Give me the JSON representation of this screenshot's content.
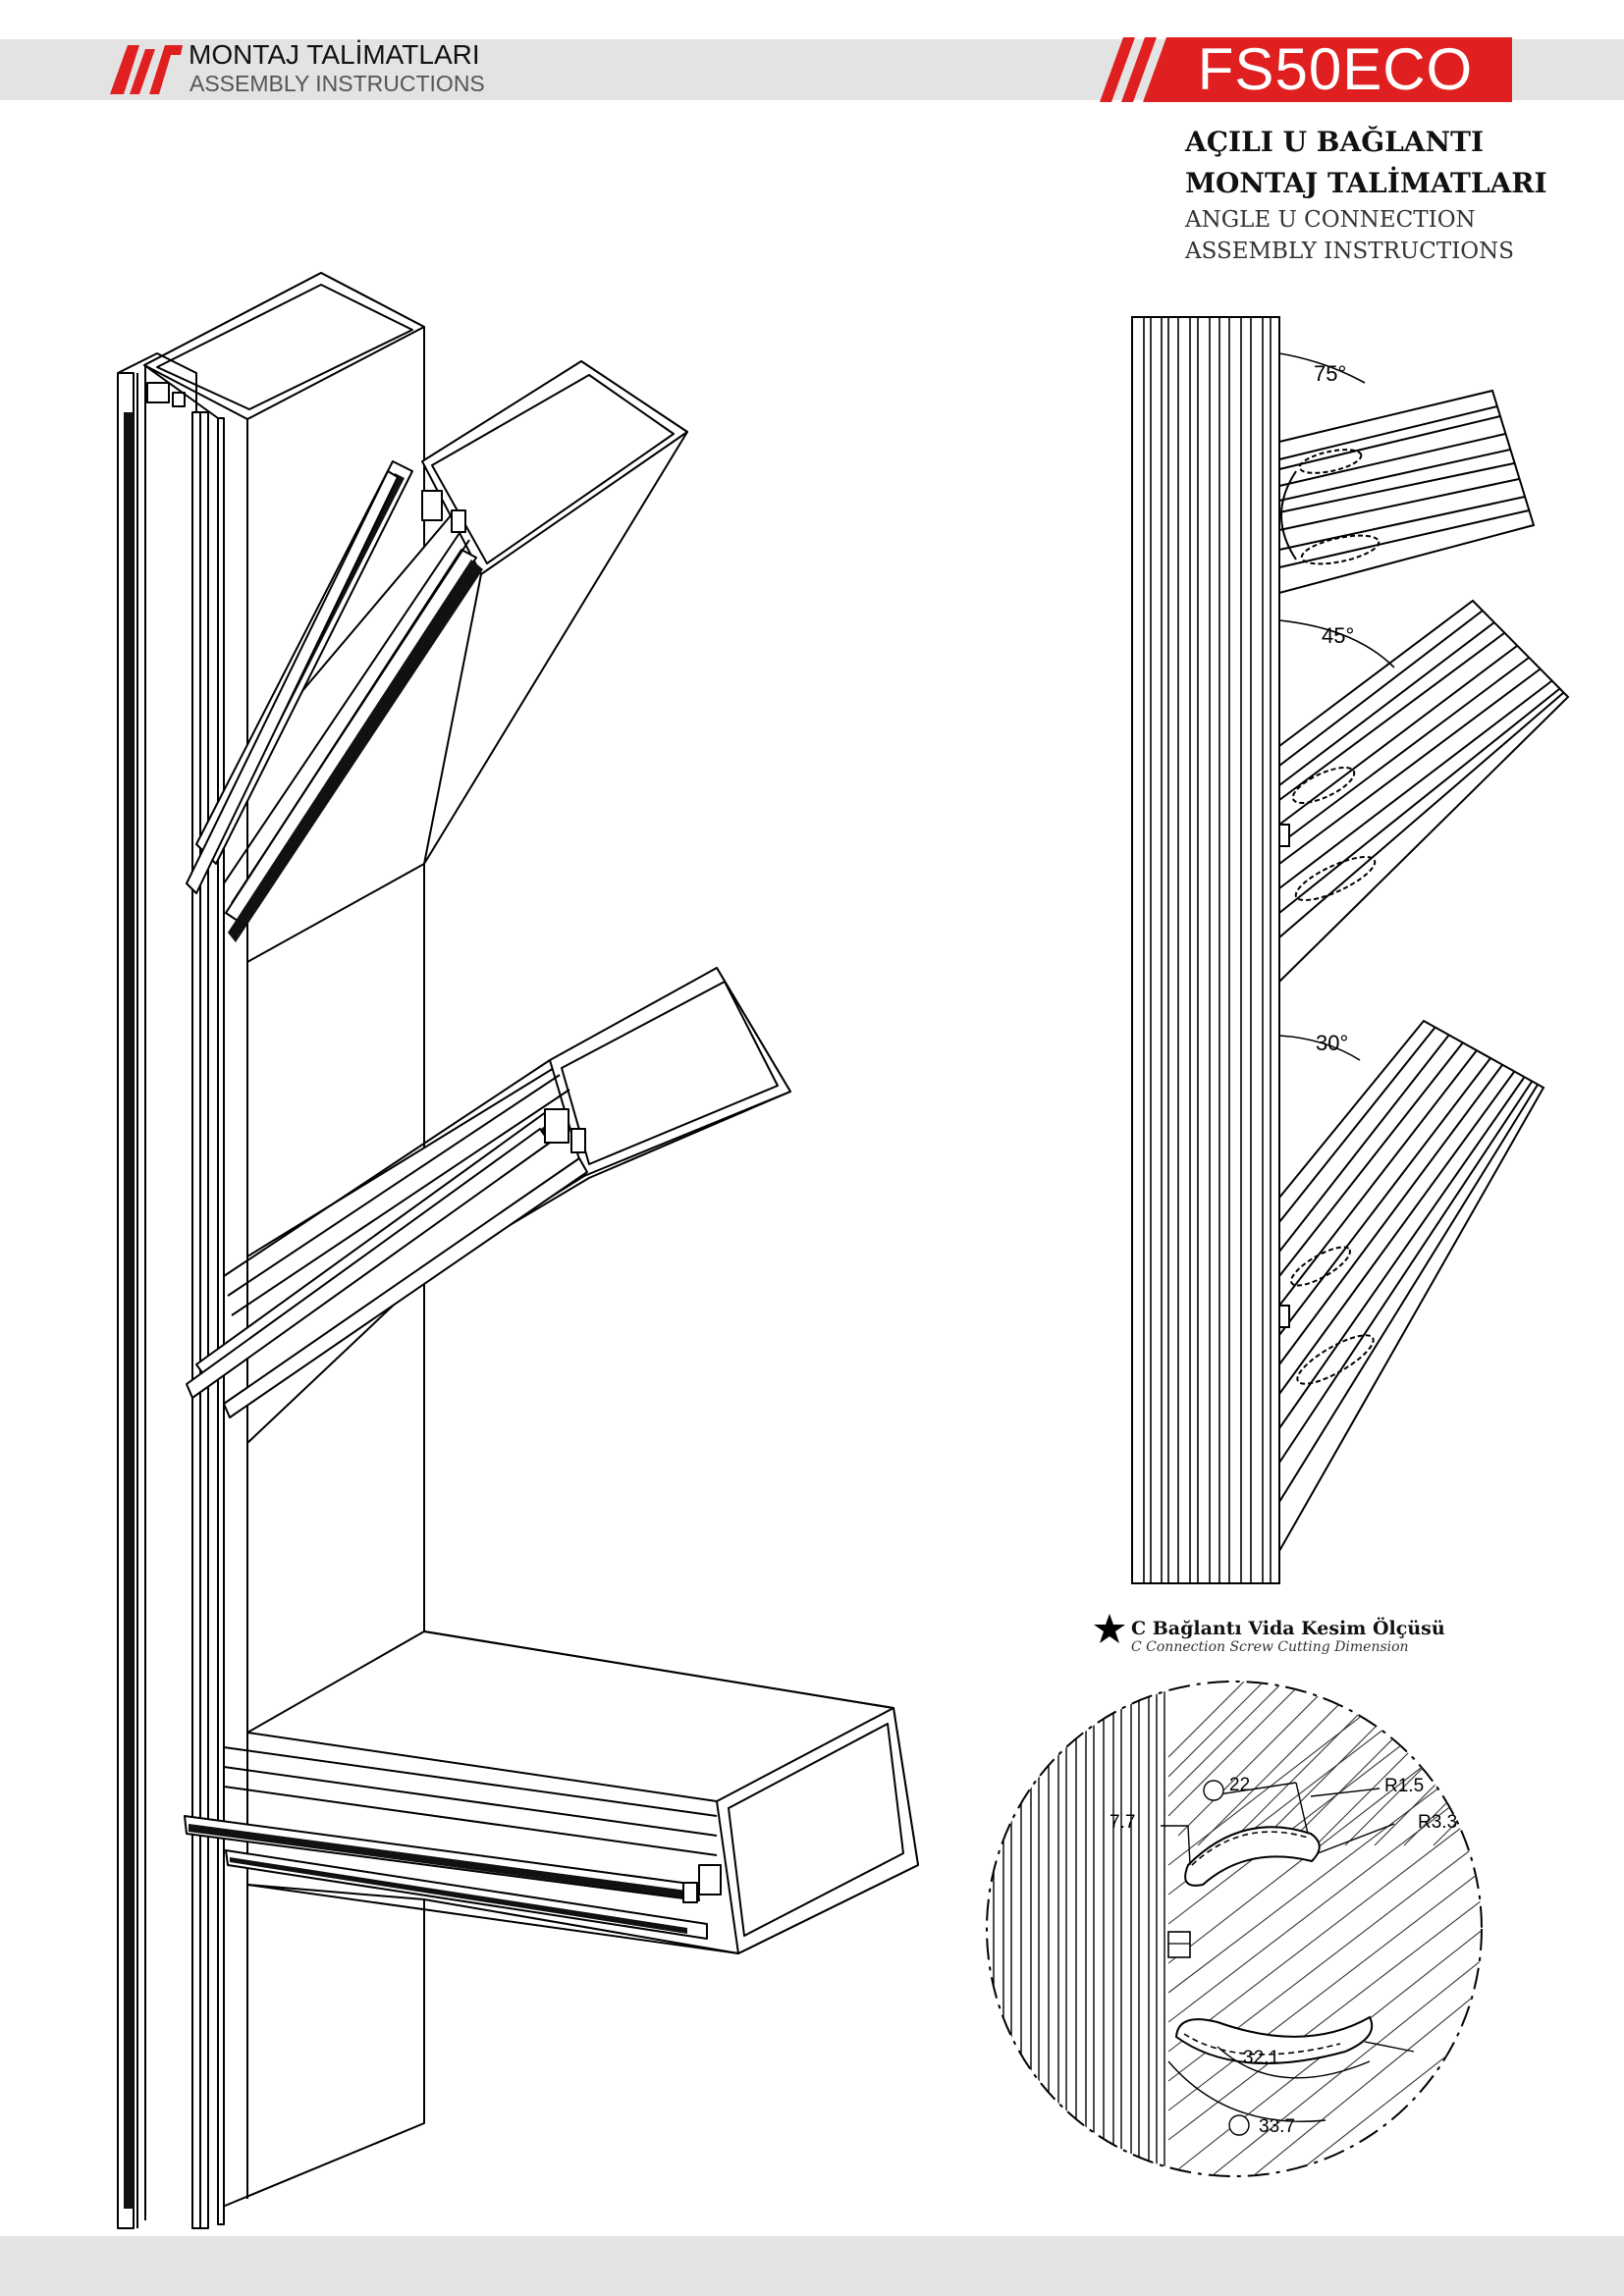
{
  "header": {
    "title_tr": "MONTAJ TALİMATLARI",
    "title_en": "ASSEMBLY INSTRUCTIONS",
    "product_code": "FS50ECO",
    "brand_color": "#e02020"
  },
  "document": {
    "title_tr_line1": "AÇILI U BAĞLANTI",
    "title_tr_line2": "MONTAJ TALİMATLARI",
    "title_en_line1": "ANGLE U CONNECTION",
    "title_en_line2": "ASSEMBLY INSTRUCTIONS"
  },
  "angles": {
    "a1": "75°",
    "a2": "45°",
    "a3": "30°"
  },
  "detail": {
    "caption_tr": "C Bağlantı Vida Kesim Ölçüsü",
    "caption_en": "C Connection Screw Cutting Dimension",
    "dim_22": "22",
    "dim_r1": "R1.5",
    "dim_r3": "R3.3",
    "dim_77": "7.7",
    "dim_321": "32.1",
    "dim_337": "33.7"
  }
}
